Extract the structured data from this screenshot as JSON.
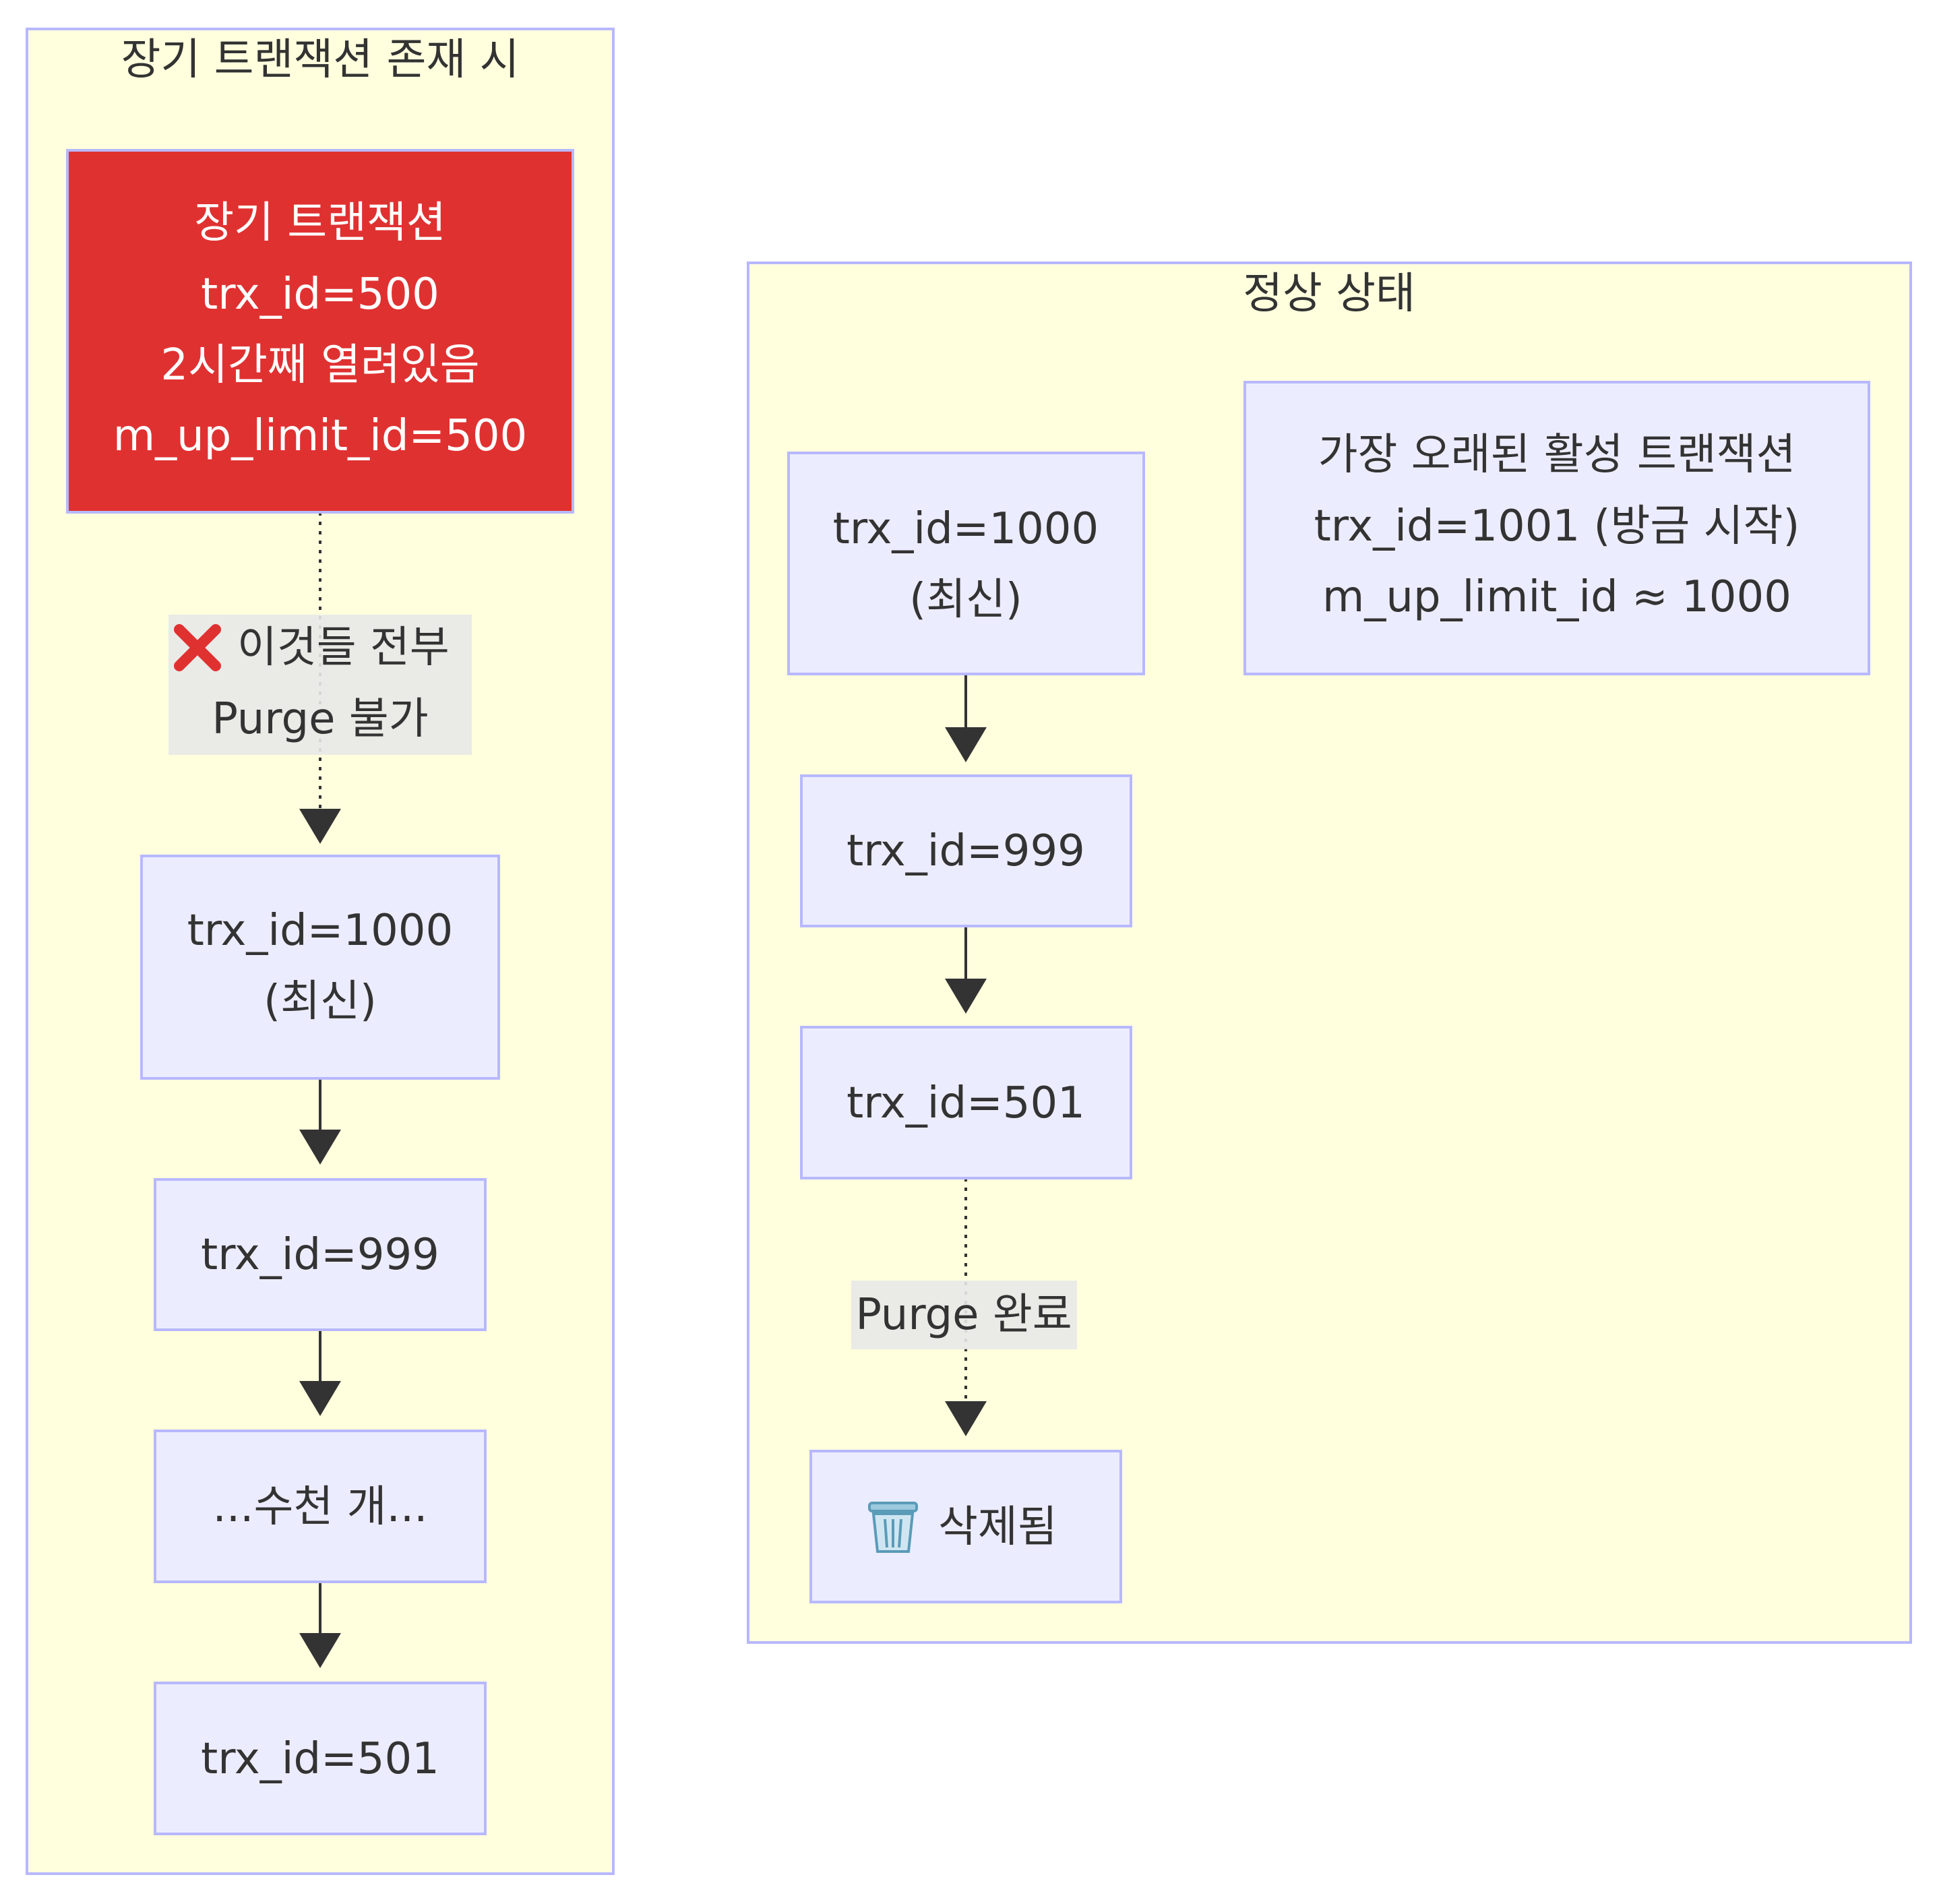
{
  "clusters": {
    "long_trx": {
      "title": "장기 트랜잭션 존재 시"
    },
    "normal": {
      "title": "정상 상태"
    }
  },
  "left": {
    "long_trx_node": [
      "장기 트랜잭션",
      "trx_id=500",
      "2시간째 열려있음",
      "m_up_limit_id=500"
    ],
    "edge_label": {
      "icon": "cross-mark-icon",
      "line1": "이것들 전부",
      "line2": "Purge 불가"
    },
    "chain": [
      [
        "trx_id=1000",
        "(최신)"
      ],
      [
        "trx_id=999"
      ],
      [
        "...수천 개..."
      ],
      [
        "trx_id=501"
      ]
    ]
  },
  "right": {
    "oldest_node": [
      "가장 오래된 활성 트랜잭션",
      "trx_id=1001 (방금 시작)",
      "m_up_limit_id ≈ 1000"
    ],
    "chain": [
      [
        "trx_id=1000",
        "(최신)"
      ],
      [
        "trx_id=999"
      ],
      [
        "trx_id=501"
      ]
    ],
    "edge_label": "Purge 완료",
    "deleted_node": {
      "icon": "trash-can-icon",
      "label": "삭제됨"
    }
  },
  "colors": {
    "cluster_fill": "#ffffde",
    "cluster_stroke": "#b7b7ff",
    "node_fill": "#ececff",
    "node_stroke": "#b8b8ff",
    "long_trx_fill": "#e03131",
    "edge": "#333333",
    "edge_label_bg": "#e8e8e8"
  }
}
